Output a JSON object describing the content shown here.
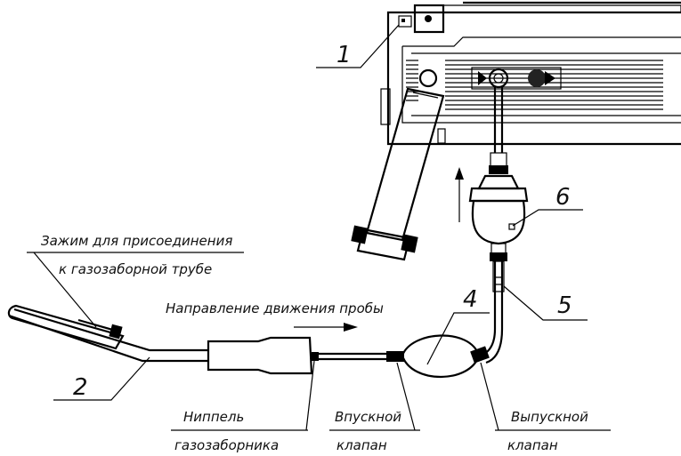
{
  "callouts": [
    "1",
    "2",
    "4",
    "5",
    "6"
  ],
  "labels": {
    "clamp_line1": "Зажим для присоединения",
    "clamp_line2": "к газозаборной трубе",
    "flow_direction": "Направление движения пробы",
    "nipple_line1": "Ниппель",
    "nipple_line2": "газозаборника",
    "inlet_line1": "Впускной",
    "inlet_line2": "клапан",
    "outlet_line1": "Выпускной",
    "outlet_line2": "клапан"
  }
}
